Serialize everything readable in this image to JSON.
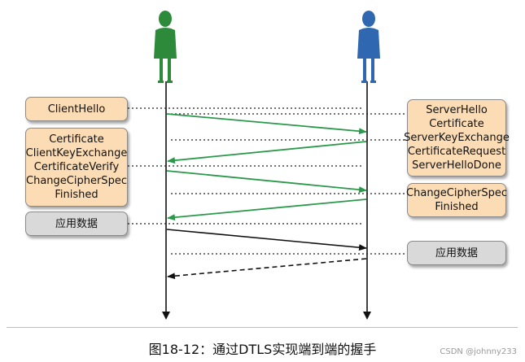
{
  "client_boxes": [
    {
      "lines": [
        "ClientHello"
      ]
    },
    {
      "lines": [
        "Certificate",
        "ClientKeyExchange",
        "CertificateVerify",
        "ChangeCipherSpec",
        "Finished"
      ]
    },
    {
      "lines": [
        "应用数据"
      ]
    }
  ],
  "server_boxes": [
    {
      "lines": [
        "ServerHello",
        "Certificate",
        "ServerKeyExchange",
        "CertificateRequest",
        "ServerHelloDone"
      ]
    },
    {
      "lines": [
        "ChangeCipherSpec",
        "Finished"
      ]
    },
    {
      "lines": [
        "应用数据"
      ]
    }
  ],
  "caption": "图18-12：通过DTLS实现端到端的握手",
  "watermark": "CSDN @johnny233",
  "colors": {
    "client_figure": "#2d8a3a",
    "server_figure": "#2f68b0",
    "handshake_arrow": "#2a9a4a",
    "data_arrow": "#111111",
    "box_fill": "#fbdcb4",
    "data_box_fill": "#d9d9d9"
  }
}
